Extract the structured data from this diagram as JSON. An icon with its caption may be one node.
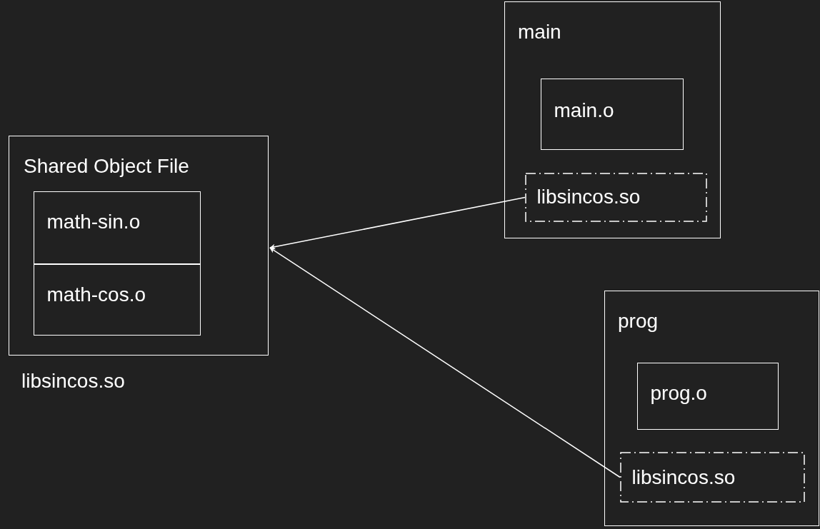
{
  "diagram": {
    "nodes": [
      {
        "text": [
          "Shared Object File"
        ],
        "beside": [
          "libsincos.so"
        ]
      },
      {
        "text": [
          "math-sin.o"
        ],
        "in": 0
      },
      {
        "text": [
          "math-cos.o"
        ],
        "in": 0
      },
      {
        "text": [
          "main"
        ]
      },
      {
        "text": [
          "main.o"
        ],
        "in": 3
      },
      {
        "text": [
          "libsincos.so"
        ],
        "in": 3
      },
      {
        "text": [
          "prog"
        ]
      },
      {
        "text": [
          "prog.o"
        ],
        "in": 6
      },
      {
        "text": [
          "libsincos.so"
        ],
        "in": 6
      }
    ],
    "edges": [
      {
        "from": 5,
        "to": 0,
        "arrow": "to"
      },
      {
        "from": 8,
        "to": 0,
        "arrow": "to"
      }
    ]
  }
}
